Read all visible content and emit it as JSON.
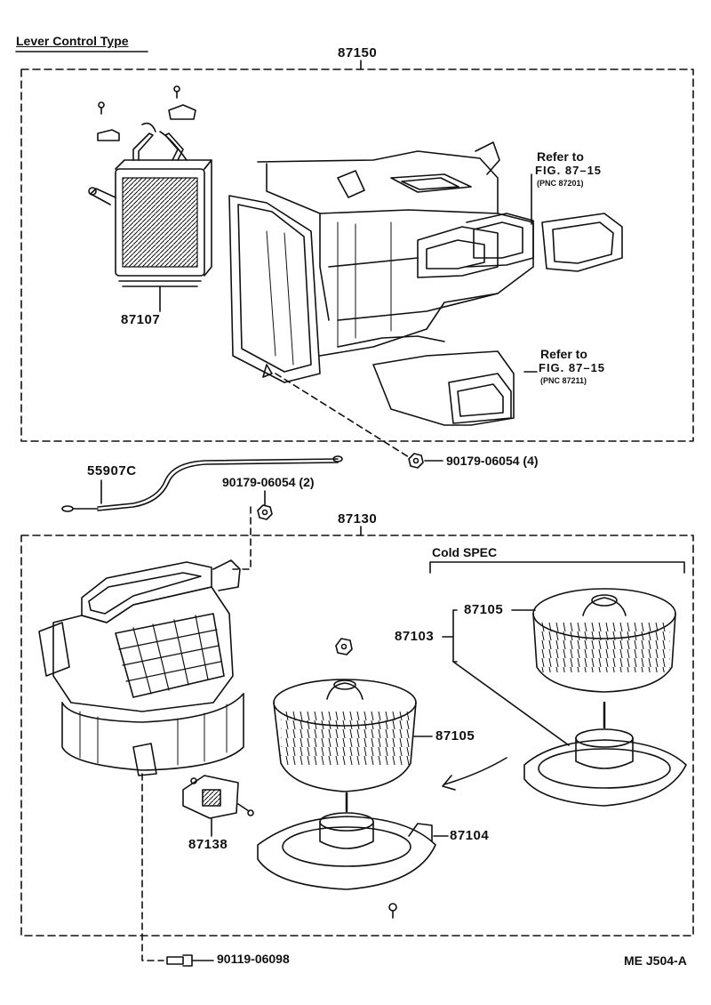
{
  "header": {
    "title": "Lever Control Type"
  },
  "upper_assembly": {
    "part_number": "87150",
    "heater_core": {
      "part_number": "87107"
    },
    "refs": [
      {
        "line1": "Refer to",
        "line2": "FIG. 87–15",
        "line3": "(PNC 87201)"
      },
      {
        "line1": "Refer to",
        "line2": "FIG. 87–15",
        "line3": "(PNC 87211)"
      }
    ],
    "screw": {
      "part_number": "90179-06054 (4)"
    }
  },
  "cable": {
    "part_number": "55907C"
  },
  "mid_screw": {
    "part_number": "90179-06054 (2)"
  },
  "blower_assembly": {
    "part_number": "87130",
    "cold_spec": {
      "label": "Cold SPEC"
    },
    "motor_group": {
      "part_number": "87103"
    },
    "fan_cold": {
      "part_number": "87105"
    },
    "fan_std": {
      "part_number": "87105"
    },
    "motor": {
      "part_number": "87104"
    },
    "resistor": {
      "part_number": "87138"
    }
  },
  "bottom_screw": {
    "part_number": "90119-06098"
  },
  "figure_code": "ME J504-A",
  "colors": {
    "ink": "#111111",
    "paper": "#ffffff"
  },
  "icons": [
    "screw-icon",
    "nut-icon",
    "clamp-icon",
    "arrow-icon"
  ]
}
